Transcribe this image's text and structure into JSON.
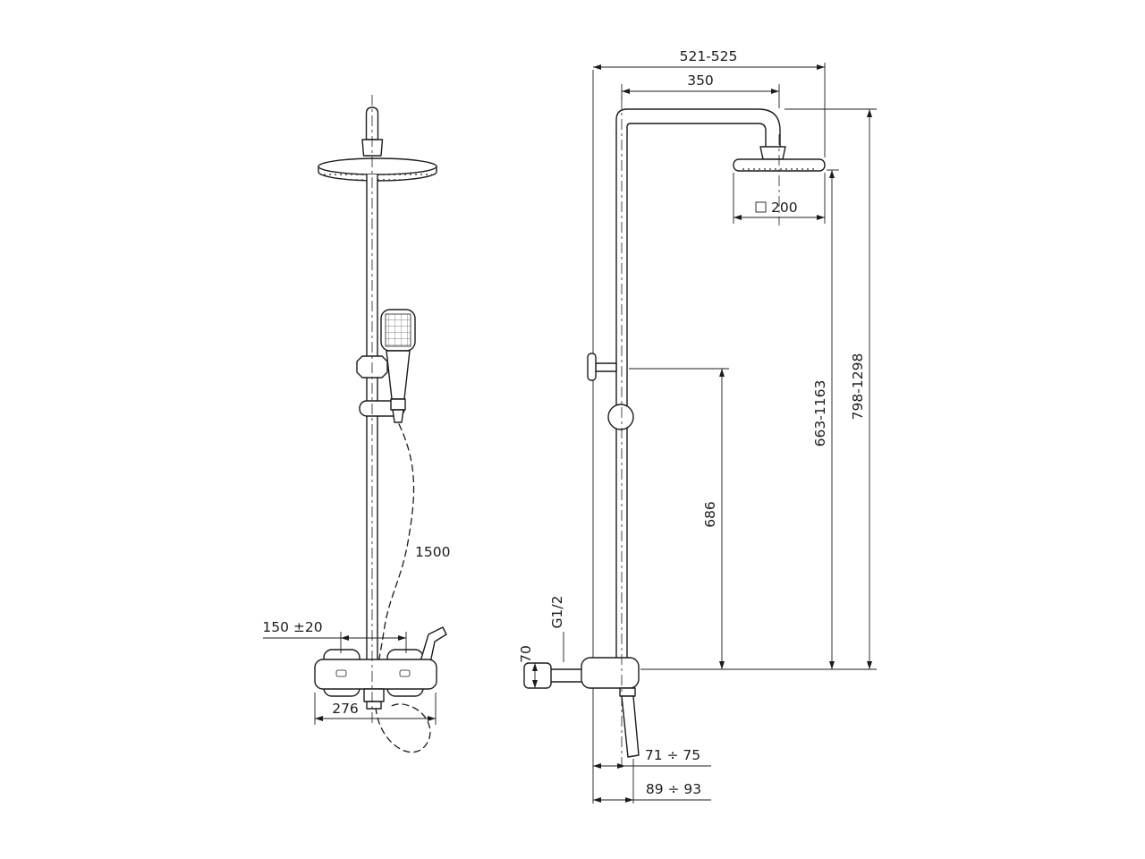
{
  "drawing": {
    "subject": "shower-column-technical-drawing",
    "line_color": "#1c1c1c",
    "background_color": "#ffffff"
  },
  "front_view": {
    "hose_length_label": "1500",
    "handle_spacing_label": "150 ±20",
    "mixer_width_label": "276"
  },
  "side_view": {
    "overall_width_label": "521-525",
    "arm_reach_label": "350",
    "head_size_label": "200",
    "overall_height_label": "798-1298",
    "head_to_mixer_label": "663-1163",
    "diverter_height_label": "686",
    "thread_label": "G1/2",
    "flange_size_label": "70",
    "wall_to_pipe_label": "71 ÷ 75",
    "wall_to_handshower_label": "89 ÷ 93"
  }
}
